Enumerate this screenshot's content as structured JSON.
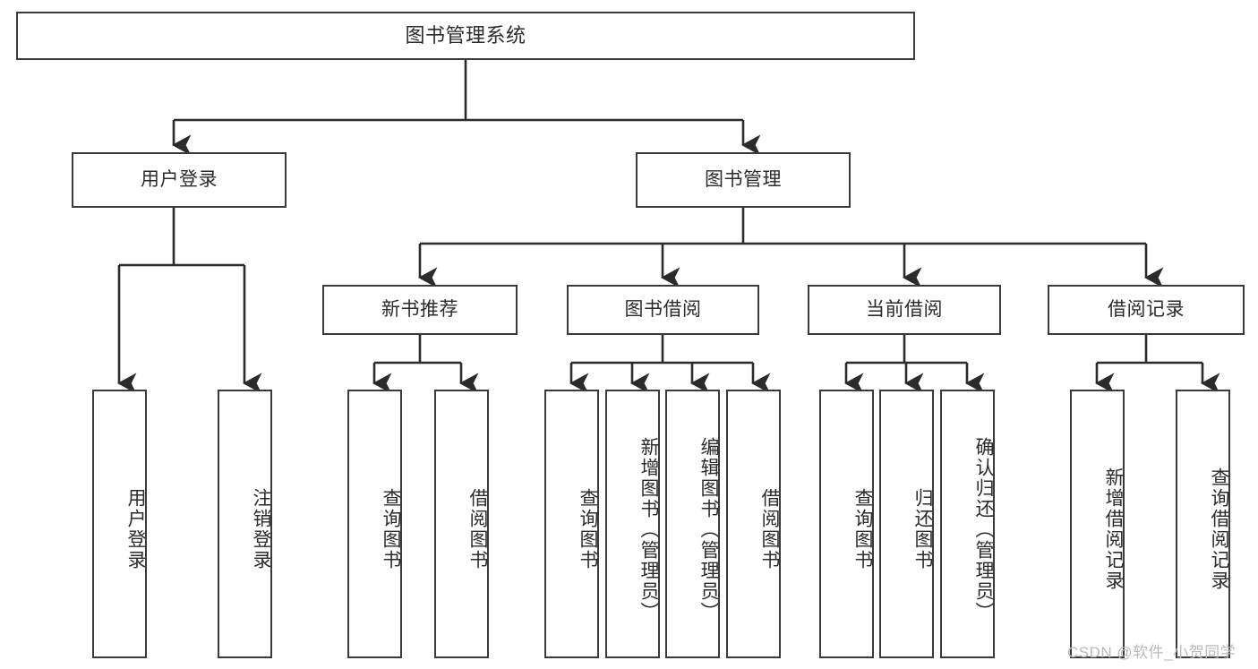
{
  "diagram": {
    "title": "图书管理系统",
    "type": "tree-hierarchy-diagram",
    "watermark": "CSDN @软件_小贺同学",
    "colors": {
      "box_border": "#3a3a3a",
      "box_fill": "#ffffff",
      "text": "#2b2b2b",
      "connector": "#2b2b2b",
      "watermark": "#b9b9b9",
      "background": "#ffffff"
    },
    "root": {
      "label": "图书管理系统"
    },
    "level2": [
      {
        "id": "user-login",
        "label": "用户登录"
      },
      {
        "id": "book-manage",
        "label": "图书管理"
      }
    ],
    "level3": [
      {
        "id": "new-book-recommend",
        "label": "新书推荐"
      },
      {
        "id": "book-borrow",
        "label": "图书借阅"
      },
      {
        "id": "current-borrow",
        "label": "当前借阅"
      },
      {
        "id": "borrow-record",
        "label": "借阅记录"
      }
    ],
    "leaves": {
      "user_login": [
        {
          "id": "leaf-user-login",
          "label": "用户登录"
        },
        {
          "id": "leaf-logout-login",
          "label": "注销登录"
        }
      ],
      "new_book_recommend": [
        {
          "id": "leaf-query-book-1",
          "label": "查询图书"
        },
        {
          "id": "leaf-borrow-book-1",
          "label": "借阅图书"
        }
      ],
      "book_borrow": [
        {
          "id": "leaf-query-book-2",
          "label": "查询图书"
        },
        {
          "id": "leaf-add-book",
          "label": "新增图书（管理员）"
        },
        {
          "id": "leaf-edit-book",
          "label": "编辑图书（管理员）"
        },
        {
          "id": "leaf-borrow-book-2",
          "label": "借阅图书"
        }
      ],
      "current_borrow": [
        {
          "id": "leaf-query-book-3",
          "label": "查询图书"
        },
        {
          "id": "leaf-return-book",
          "label": "归还图书"
        },
        {
          "id": "leaf-confirm-return",
          "label": "确认归还（管理员）"
        }
      ],
      "borrow_record": [
        {
          "id": "leaf-add-record",
          "label": "新增借阅记录"
        },
        {
          "id": "leaf-query-record",
          "label": "查询借阅记录"
        }
      ]
    }
  }
}
